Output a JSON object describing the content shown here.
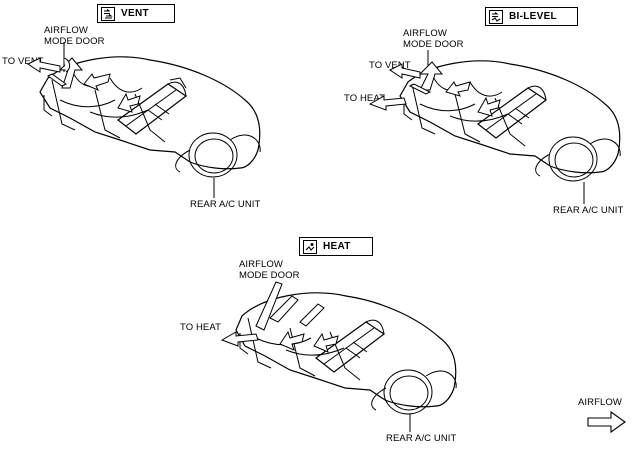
{
  "panels": {
    "vent": {
      "mode": "VENT",
      "icon": "vent-mode-icon",
      "door_label": "AIRFLOW\nMODE DOOR",
      "to_vent_label": "TO VENT",
      "unit_label": "REAR A/C UNIT"
    },
    "bilevel": {
      "mode": "BI-LEVEL",
      "icon": "bi-level-mode-icon",
      "door_label": "AIRFLOW\nMODE DOOR",
      "to_vent_label": "TO VENT",
      "to_heat_label": "TO HEAT",
      "unit_label": "REAR A/C UNIT"
    },
    "heat": {
      "mode": "HEAT",
      "icon": "heat-mode-icon",
      "door_label": "AIRFLOW\nMODE DOOR",
      "to_heat_label": "TO HEAT",
      "unit_label": "REAR A/C UNIT"
    }
  },
  "legend": {
    "airflow_label": "AIRFLOW",
    "icon": "airflow-arrow-icon"
  }
}
